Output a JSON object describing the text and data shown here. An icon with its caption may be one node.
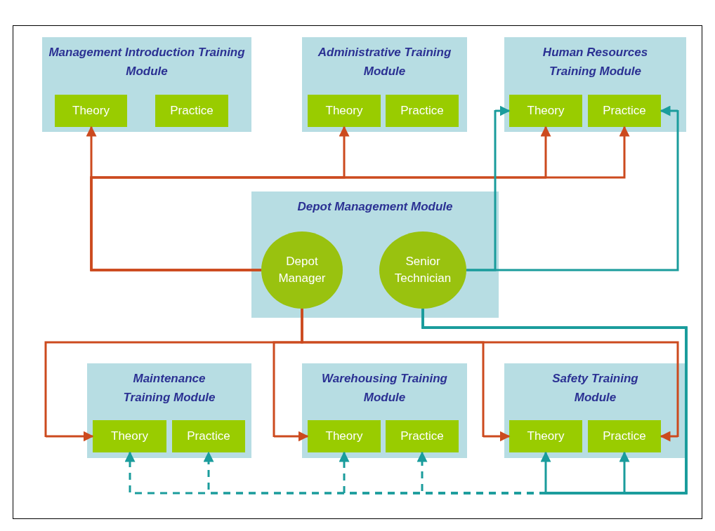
{
  "diagram": {
    "nodes": [
      {
        "text": [
          "Management Introduction Training Module"
        ]
      },
      {
        "text": [
          "Theory"
        ],
        "in": 0
      },
      {
        "text": [
          "Practice"
        ],
        "in": 0
      },
      {
        "text": [
          "Administrative Training Module"
        ]
      },
      {
        "text": [
          "Theory"
        ],
        "in": 3
      },
      {
        "text": [
          "Practice"
        ],
        "in": 3
      },
      {
        "text": [
          "Human Resources Training Module"
        ]
      },
      {
        "text": [
          "Theory"
        ],
        "in": 6
      },
      {
        "text": [
          "Practice"
        ],
        "in": 6
      },
      {
        "text": [
          "Depot Management Module"
        ]
      },
      {
        "text": [
          "Depot Manager"
        ],
        "in": 9
      },
      {
        "text": [
          "Senior Technician"
        ],
        "in": 9
      },
      {
        "text": [
          "Maintenance Training Module"
        ]
      },
      {
        "text": [
          "Theory"
        ],
        "in": 12
      },
      {
        "text": [
          "Practice"
        ],
        "in": 12
      },
      {
        "text": [
          "Warehousing Training Module"
        ]
      },
      {
        "text": [
          "Theory"
        ],
        "in": 15
      },
      {
        "text": [
          "Practice"
        ],
        "in": 15
      },
      {
        "text": [
          "Safety Training Module"
        ]
      },
      {
        "text": [
          "Theory"
        ],
        "in": 18
      },
      {
        "text": [
          "Practice"
        ],
        "in": 18
      }
    ],
    "edges": [
      {
        "from": 10,
        "to": 1,
        "arrow": "to",
        "color": "#cc4a1e"
      },
      {
        "from": 10,
        "to": 4,
        "arrow": "to",
        "color": "#cc4a1e"
      },
      {
        "from": 10,
        "to": 7,
        "arrow": "to",
        "color": "#cc4a1e"
      },
      {
        "from": 10,
        "to": 8,
        "arrow": "to",
        "color": "#cc4a1e"
      },
      {
        "from": 10,
        "to": 13,
        "arrow": "to",
        "color": "#cc4a1e"
      },
      {
        "from": 10,
        "to": 16,
        "arrow": "to",
        "color": "#cc4a1e"
      },
      {
        "from": 10,
        "to": 19,
        "arrow": "to",
        "color": "#cc4a1e"
      },
      {
        "from": 10,
        "to": 20,
        "arrow": "to",
        "color": "#cc4a1e"
      },
      {
        "from": 11,
        "to": 7,
        "arrow": "to",
        "color": "#1a9c9c"
      },
      {
        "from": 11,
        "to": 8,
        "arrow": "to",
        "color": "#1a9c9c"
      },
      {
        "from": 11,
        "to": 19,
        "arrow": "to",
        "color": "#1a9c9c"
      },
      {
        "from": 11,
        "to": 20,
        "arrow": "to",
        "color": "#1a9c9c"
      },
      {
        "from": 11,
        "to": 13,
        "arrow": "to",
        "style": "dashed",
        "color": "#1a9c9c"
      },
      {
        "from": 11,
        "to": 14,
        "arrow": "to",
        "style": "dashed",
        "color": "#1a9c9c"
      },
      {
        "from": 11,
        "to": 16,
        "arrow": "to",
        "style": "dashed",
        "color": "#1a9c9c"
      },
      {
        "from": 11,
        "to": 17,
        "arrow": "to",
        "style": "dashed",
        "color": "#1a9c9c"
      }
    ]
  }
}
